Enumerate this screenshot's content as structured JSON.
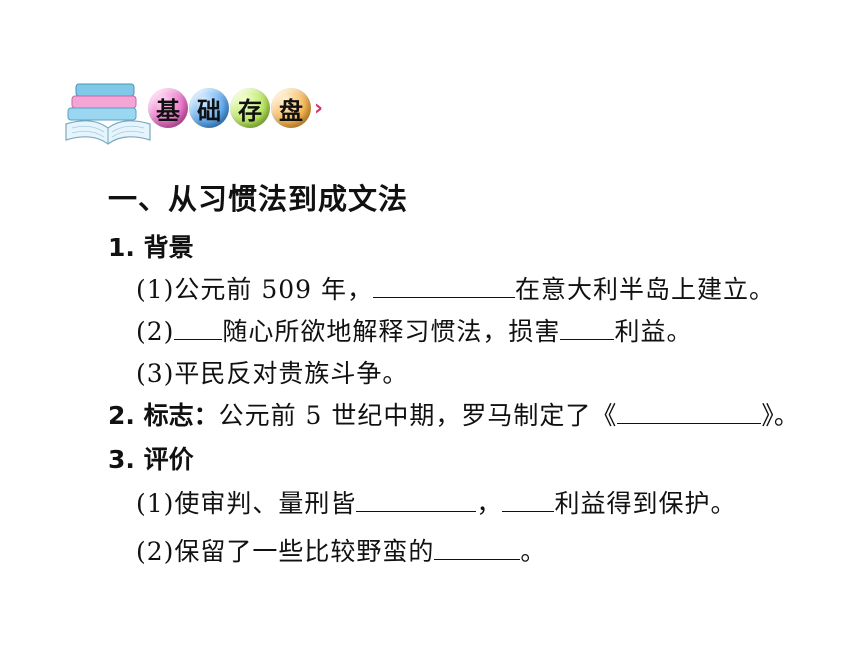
{
  "header": {
    "badges": [
      "基",
      "础",
      "存",
      "盘"
    ]
  },
  "section": {
    "title": "一、从习惯法到成文法",
    "background": {
      "heading": "1. 背景",
      "item1_pre": "(1)公元前 509 年，",
      "item1_post": "在意大利半岛上建立。",
      "item2_pre": "(2)",
      "item2_mid": "随心所欲地解释习惯法，损害",
      "item2_post": "利益。",
      "item3": "(3)平民反对贵族斗争。"
    },
    "mark": {
      "heading": "2. 标志：",
      "text_pre": "公元前 5 世纪中期，罗马制定了《",
      "text_post": "》。"
    },
    "evaluation": {
      "heading": "3. 评价",
      "item1_pre": "(1)使审判、量刑皆",
      "item1_mid": "，",
      "item1_post": "利益得到保护。",
      "item2_pre": "(2)保留了一些比较野蛮的",
      "item2_post": "。"
    }
  }
}
